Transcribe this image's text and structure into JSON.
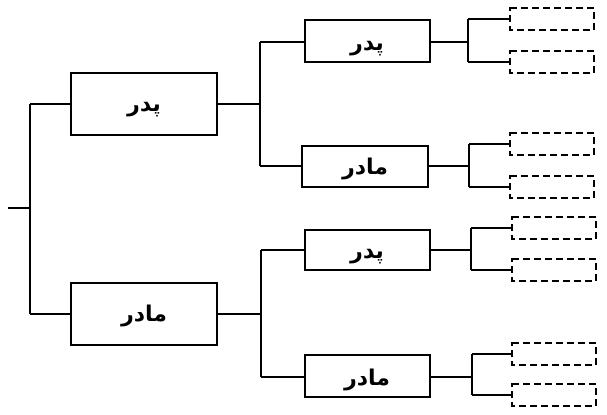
{
  "tree": {
    "root": {
      "father_label": "پدر",
      "mother_label": "مادر"
    },
    "father_side": {
      "father_label": "پدر",
      "mother_label": "مادر"
    },
    "mother_side": {
      "father_label": "پدر",
      "mother_label": "مادر"
    },
    "great_grandparent_slots": [
      "",
      "",
      "",
      "",
      "",
      "",
      "",
      ""
    ]
  },
  "colors": {
    "line": "#000000",
    "box_border": "#000000",
    "box_fill": "#ffffff",
    "text": "#000000"
  }
}
